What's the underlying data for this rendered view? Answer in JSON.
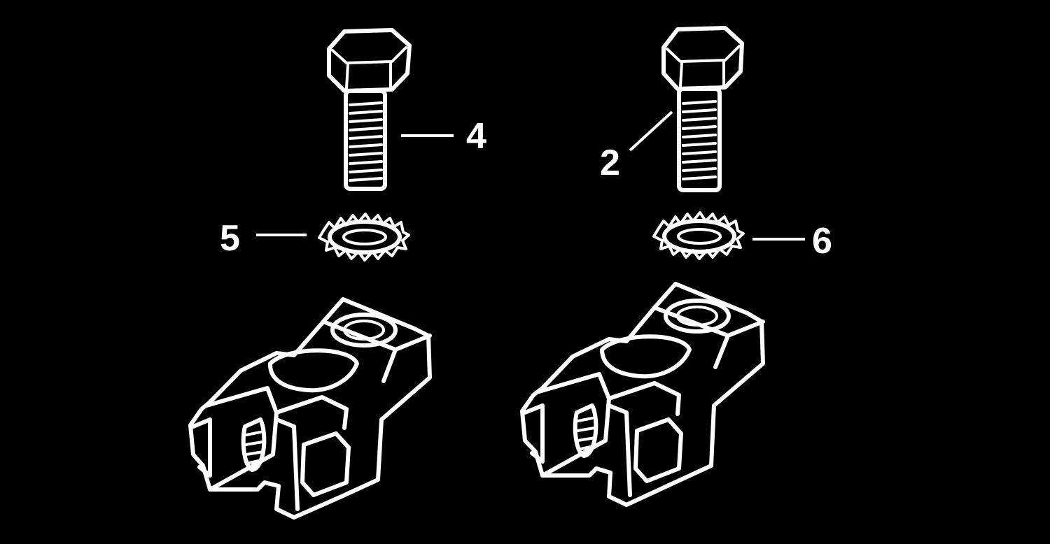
{
  "callouts": [
    {
      "id": "4",
      "label": "4"
    },
    {
      "id": "2",
      "label": "2"
    },
    {
      "id": "5",
      "label": "5"
    },
    {
      "id": "6",
      "label": "6"
    }
  ],
  "colors": {
    "background": "#000000",
    "line": "#ffffff"
  },
  "parts": [
    {
      "icon": "hex-bolt-icon"
    },
    {
      "icon": "star-lock-washer-icon"
    },
    {
      "icon": "battery-terminal-clamp-icon"
    }
  ]
}
